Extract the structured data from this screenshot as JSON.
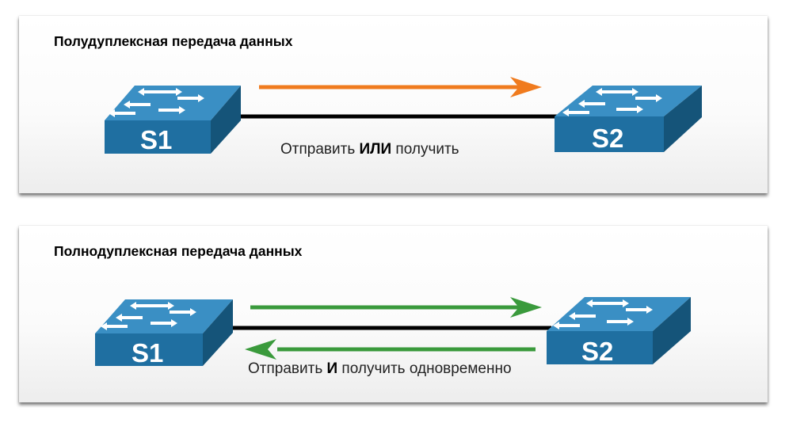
{
  "half_duplex": {
    "title": "Полудуплексная передача данных",
    "switch_left": "S1",
    "switch_right": "S2",
    "caption_before": "Отправить ",
    "caption_bold": "ИЛИ",
    "caption_after": " получить",
    "arrow_color": "#f07b1e"
  },
  "full_duplex": {
    "title": "Полнодуплексная передача данных",
    "switch_left": "S1",
    "switch_right": "S2",
    "caption_before": "Отправить ",
    "caption_bold": "И",
    "caption_after": " получить одновременно",
    "arrow_color": "#3a9a3c"
  },
  "colors": {
    "switch_front": "#1f6fa1",
    "switch_top": "#3a8fc4",
    "switch_side": "#155479",
    "cable": "#000000"
  }
}
